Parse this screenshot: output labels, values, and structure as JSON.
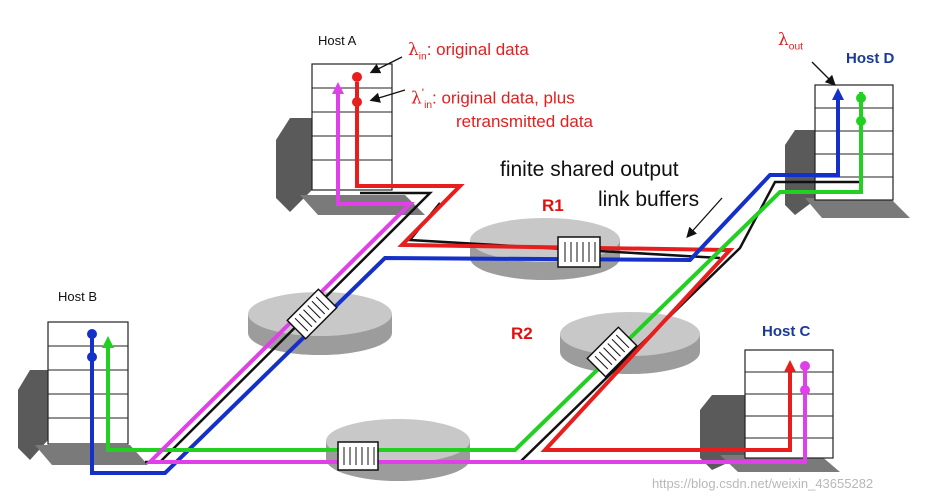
{
  "hosts": {
    "a": "Host A",
    "b": "Host B",
    "c": "Host C",
    "d": "Host D"
  },
  "routers": {
    "r1": "R1",
    "r2": "R2"
  },
  "annotations": {
    "lambda_symbol": "λ",
    "lambda_in_sub": "in",
    "lambda_in_text": ": original data",
    "lambda_in_prime_sup": "'",
    "lambda_in_prime_text": ": original data, plus",
    "lambda_in_prime_text2": "retransmitted data",
    "lambda_out_sub": "out",
    "buffer_line1": "finite shared output",
    "buffer_line2": "link buffers"
  },
  "watermark": "https://blog.csdn.net/weixin_43655282",
  "colors": {
    "red": "#e81e1e",
    "blue": "#1530c8",
    "green": "#22d022",
    "magenta": "#e040e8",
    "black": "#111111",
    "router": "#bcbcbc",
    "label_blue": "#1a3a9a"
  }
}
